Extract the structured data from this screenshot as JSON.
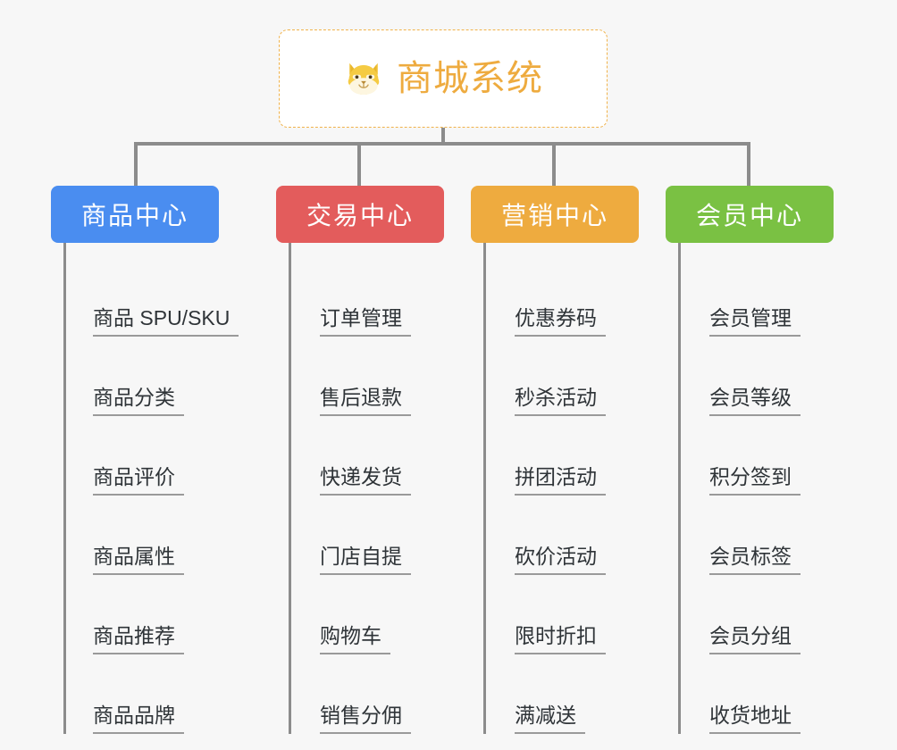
{
  "root": {
    "title": "商城系统",
    "icon": "shiba-dog-icon",
    "border_color": "#f0b24a",
    "text_color": "#eeab3f",
    "background": "#ffffff"
  },
  "canvas": {
    "background": "#f7f7f7",
    "connector_color": "#8c8c8c"
  },
  "columns": [
    {
      "id": "product-center",
      "label": "商品中心",
      "color": "#4a8df0",
      "items": [
        {
          "label": "商品 SPU/SKU"
        },
        {
          "label": "商品分类"
        },
        {
          "label": "商品评价"
        },
        {
          "label": "商品属性"
        },
        {
          "label": "商品推荐"
        },
        {
          "label": "商品品牌"
        }
      ]
    },
    {
      "id": "trade-center",
      "label": "交易中心",
      "color": "#e35c5c",
      "items": [
        {
          "label": "订单管理"
        },
        {
          "label": "售后退款"
        },
        {
          "label": "快递发货"
        },
        {
          "label": "门店自提"
        },
        {
          "label": "购物车"
        },
        {
          "label": "销售分佣"
        }
      ]
    },
    {
      "id": "marketing-center",
      "label": "营销中心",
      "color": "#eeab3f",
      "items": [
        {
          "label": "优惠券码"
        },
        {
          "label": "秒杀活动"
        },
        {
          "label": "拼团活动"
        },
        {
          "label": "砍价活动"
        },
        {
          "label": "限时折扣"
        },
        {
          "label": "满减送"
        }
      ]
    },
    {
      "id": "member-center",
      "label": "会员中心",
      "color": "#7ac143",
      "items": [
        {
          "label": "会员管理"
        },
        {
          "label": "会员等级"
        },
        {
          "label": "积分签到"
        },
        {
          "label": "会员标签"
        },
        {
          "label": "会员分组"
        },
        {
          "label": "收货地址"
        }
      ]
    }
  ]
}
